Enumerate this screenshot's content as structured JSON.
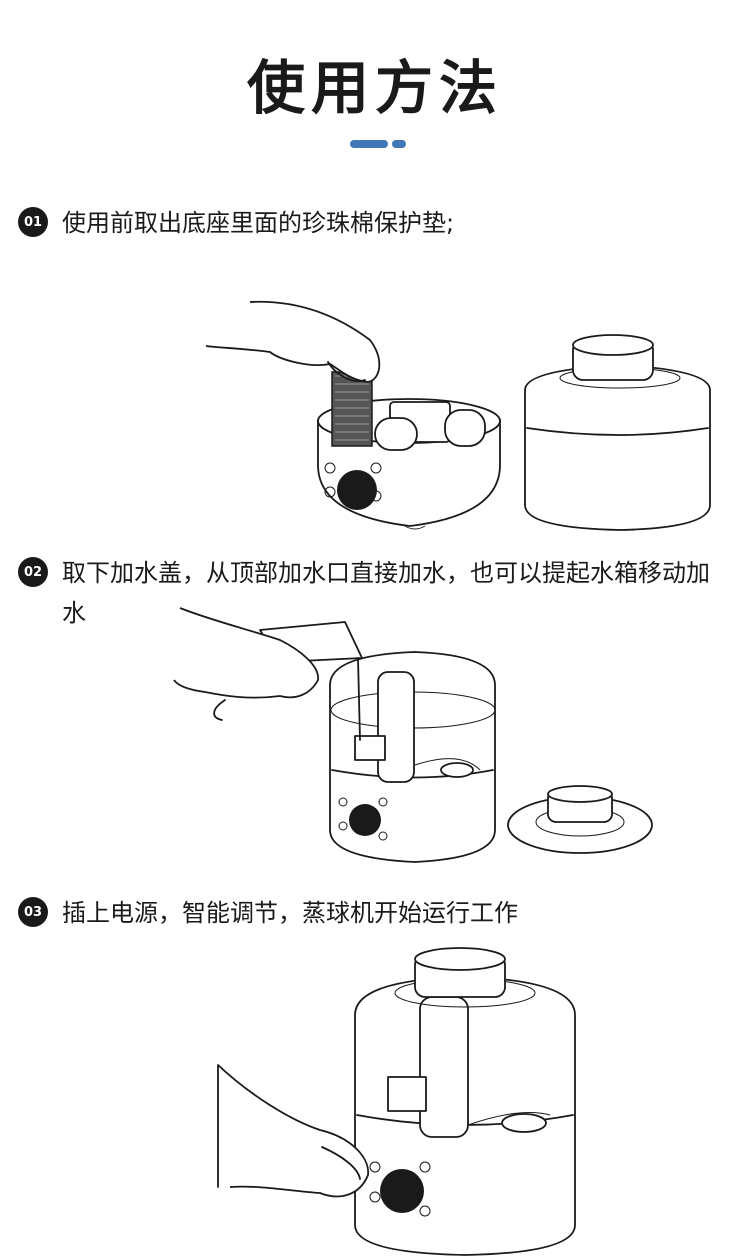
{
  "page": {
    "title": "使用方法",
    "accent_color": "#3f78b4"
  },
  "steps": [
    {
      "number": "01",
      "text": "使用前取出底座里面的珍珠棉保护垫;"
    },
    {
      "number": "02",
      "text": "取下加水盖，从顶部加水口直接加水，也可以提起水箱移动加水"
    },
    {
      "number": "03",
      "text": "插上电源，智能调节，蒸球机开始运行工作"
    }
  ]
}
